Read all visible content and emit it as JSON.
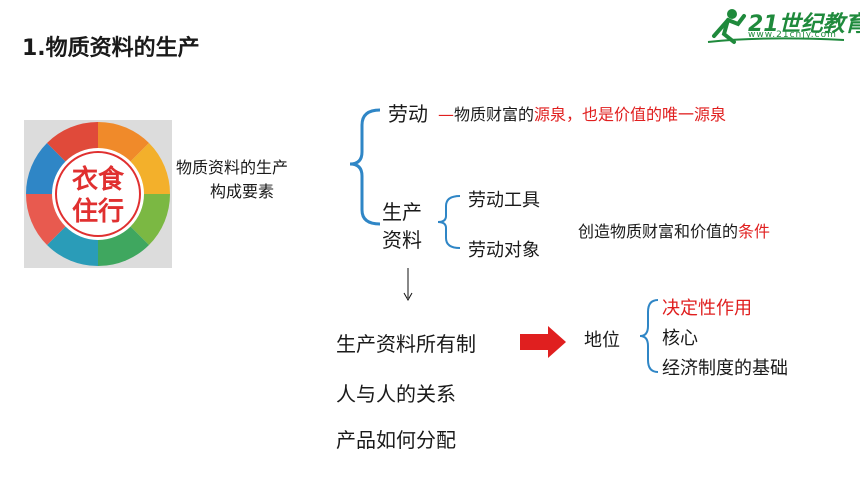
{
  "header": {
    "title": "1.物质资料的生产",
    "logo_text": "21世纪教育",
    "logo_sub": "www.21cnjy.com"
  },
  "wheel": {
    "line1": "衣食",
    "line2": "住行"
  },
  "factors": {
    "label_line1": "物质资料的生产",
    "label_line2": "构成要素",
    "labor": "劳动",
    "labor_desc_prefix": "—物质财富的",
    "labor_desc_red1": "源泉，也是价值的唯一源泉",
    "means_line1": "生产",
    "means_line2": "资料",
    "tool": "劳动工具",
    "object": "劳动对象",
    "means_desc_prefix": "创造物质财富和价值的",
    "means_desc_red": "条件"
  },
  "ownership": {
    "label": "生产资料所有制",
    "status": "地位",
    "items": [
      "决定性作用",
      "核心",
      "经济制度的基础"
    ],
    "relation": "人与人的关系",
    "distribution": "产品如何分配"
  },
  "colors": {
    "red": "#e01f1f",
    "brace": "#2f86c6",
    "logo_green": "#1f8a3c"
  }
}
